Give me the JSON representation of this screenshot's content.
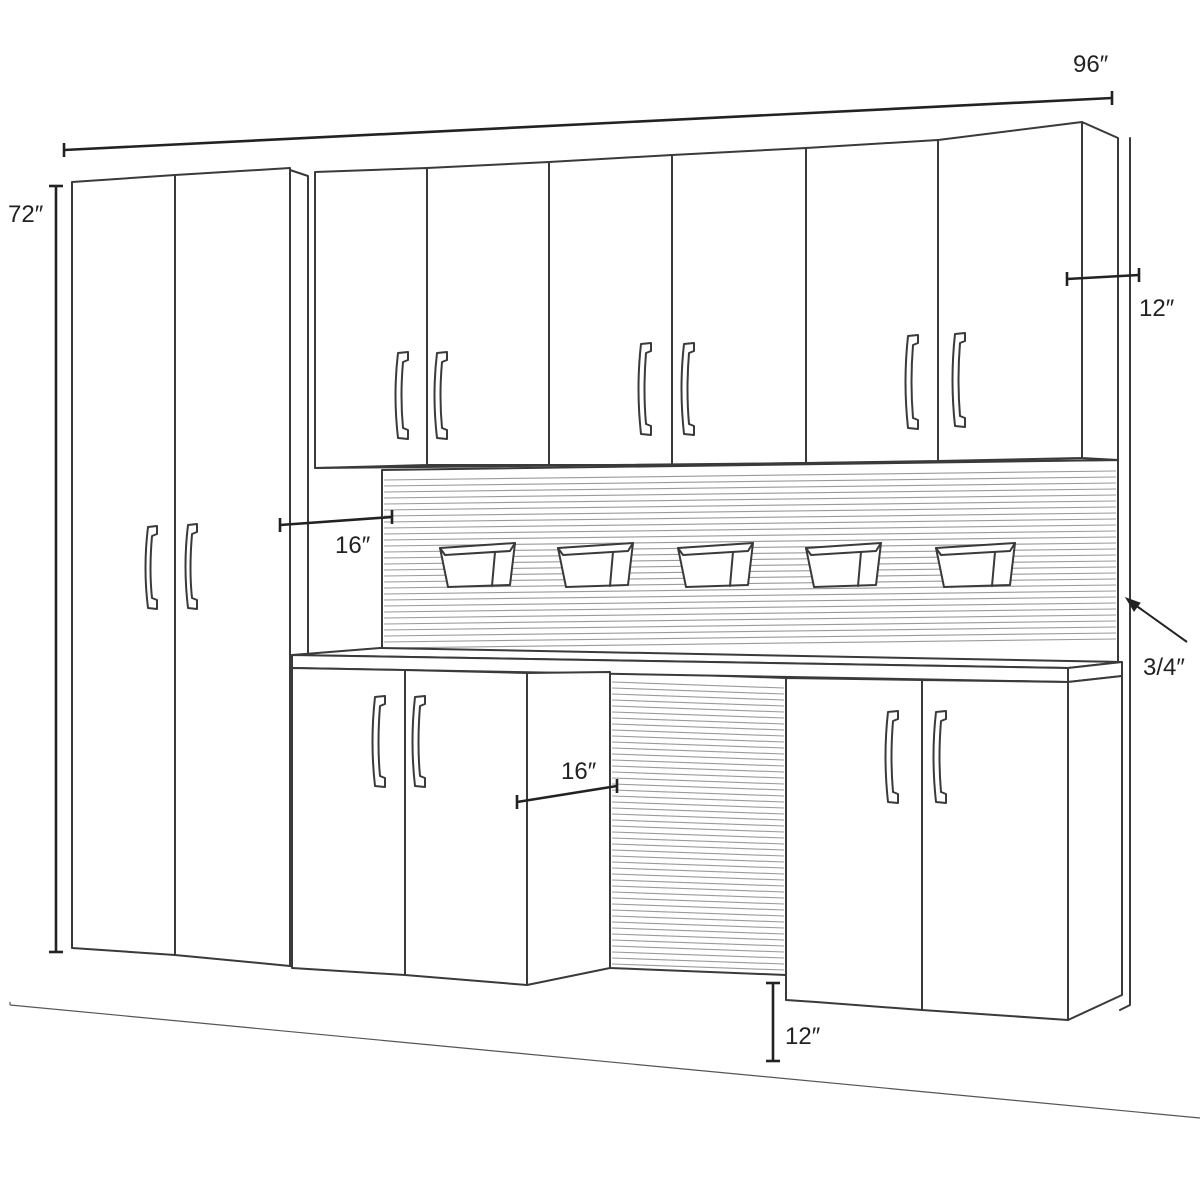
{
  "dimensions": {
    "total_width": "96″",
    "tall_height": "72″",
    "upper_depth": "12″",
    "tall_depth": "16″",
    "base_depth": "16″",
    "worktop_thickness": "3/4″",
    "floor_clearance": "12″"
  },
  "colors": {
    "line": "#3a3a3a",
    "slat": "#9a9a9a",
    "dimension": "#222222"
  }
}
